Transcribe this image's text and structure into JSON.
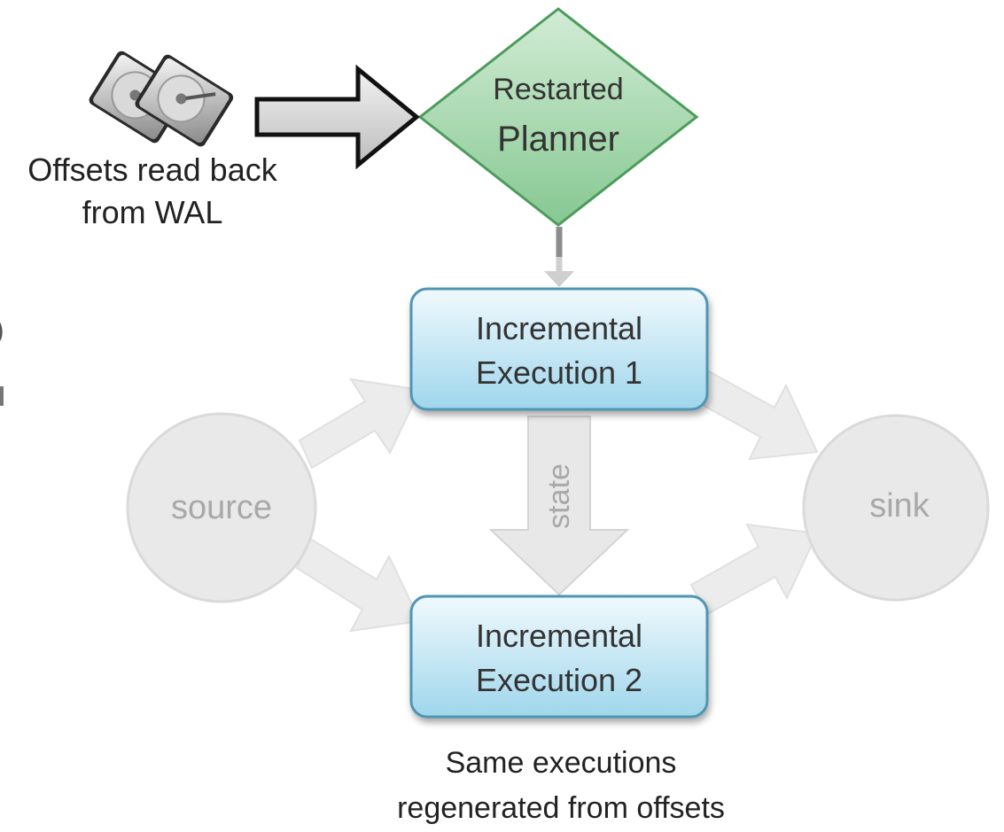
{
  "wal": {
    "caption_line1": "Offsets read back",
    "caption_line2": "from WAL",
    "icon": "hard-drive-icon"
  },
  "planner": {
    "line1": "Restarted",
    "line2": "Planner"
  },
  "execution1": {
    "line1": "Incremental",
    "line2": "Execution 1"
  },
  "execution2": {
    "line1": "Incremental",
    "line2": "Execution 2"
  },
  "state_label": "state",
  "source_label": "source",
  "sink_label": "sink",
  "footer": {
    "line1": "Same executions",
    "line2": "regenerated from offsets"
  },
  "colors": {
    "planner_fill": "#9fd4a7",
    "planner_stroke": "#4c9c5c",
    "execution_fill": "#bfe5f3",
    "execution_stroke": "#4f96b4",
    "faded_gray": "#e6e6e6",
    "faded_text": "#a8a8a8"
  }
}
